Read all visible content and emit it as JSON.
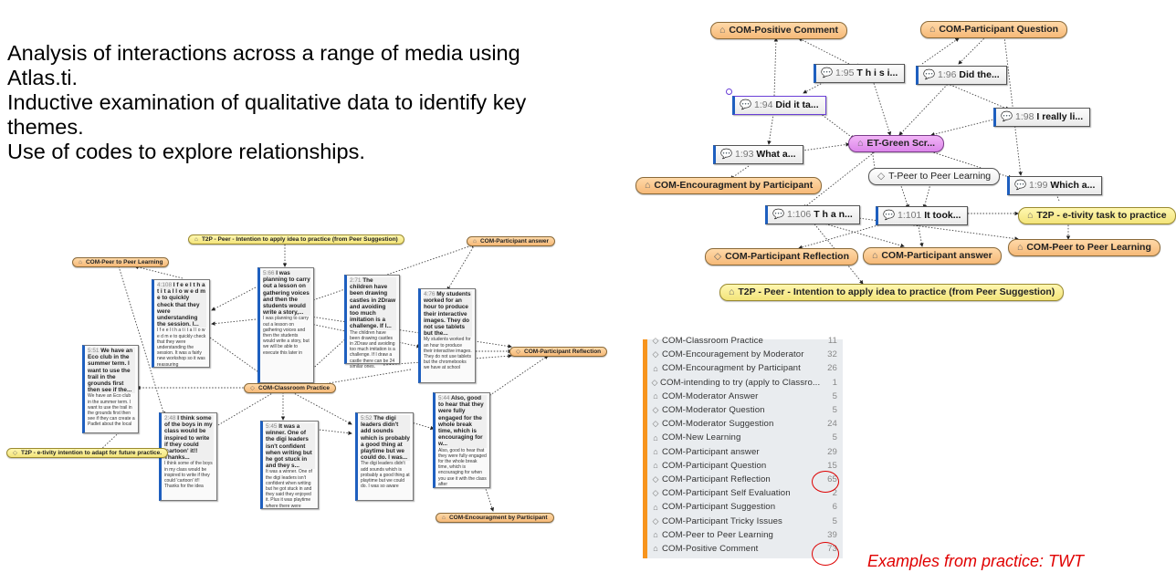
{
  "intro": {
    "lines": [
      "Analysis of interactions across a range of media using",
      "Atlas.ti.",
      "Inductive examination of qualitative data to identify key",
      "themes.",
      "Use of codes to explore relationships."
    ]
  },
  "right_network": {
    "codes": {
      "positive_comment": "COM-Positive Comment",
      "participant_question": "COM-Participant Question",
      "et_green": "ET-Green Scr...",
      "encouragment_participant": "COM-Encouragment by Participant",
      "t_peer": "T-Peer to Peer Learning",
      "t2p_etivity": "T2P - e-tivity task to practice",
      "participant_reflection": "COM-Participant Reflection",
      "participant_answer": "COM-Participant answer",
      "peer_learning": "COM-Peer to Peer Learning",
      "t2p_peer": "T2P - Peer - Intention to apply idea to practice (from Peer Suggestion)"
    },
    "quotes": {
      "q195": {
        "id": "1:95",
        "text": "T h i s i..."
      },
      "q196": {
        "id": "1:96",
        "text": "Did the..."
      },
      "q194": {
        "id": "1:94",
        "text": "Did it ta..."
      },
      "q198": {
        "id": "1:98",
        "text": "I really li..."
      },
      "q193": {
        "id": "1:93",
        "text": "What a..."
      },
      "q199": {
        "id": "1:99",
        "text": "Which a..."
      },
      "q1106": {
        "id": "1:106",
        "text": "T h a n..."
      },
      "q1101": {
        "id": "1:101",
        "text": "It took..."
      }
    }
  },
  "left_network": {
    "codes": {
      "t2p_peer": "T2P - Peer - Intention to apply idea to practice (from Peer Suggestion)",
      "participant_answer": "COM-Participant answer",
      "peer_learning": "COM-Peer to Peer Learning",
      "participant_reflection": "COM-Participant Reflection",
      "classroom_practice": "COM-Classroom Practice",
      "t2p_etivity": "T2P - e-tivity intention to adapt for future practice.",
      "encouragment_participant": "COM-Encouragment by Participant"
    },
    "cards": {
      "c4108": {
        "id": "4:108",
        "title": "I f e e l t h a t i t a l l o w e d m e to quickly check that they were understanding the session. I...",
        "body": "I f e e l t h a t i t a l l o w e d m e to quickly check that they were understanding the session. It was a fairly new workshop so it was reassuring"
      },
      "c566": {
        "id": "5:66",
        "title": "I was planning to carry out a lesson on gathering voices and then the students would write a story,...",
        "body": "I was planning to carry out a lesson on gathering voices and then the students would write a story, but we will be able to execute this later in"
      },
      "c271": {
        "id": "2:71",
        "title": "The children have been drawing castles in 2Draw and avoiding too much imitation is a challenge. If I...",
        "body": "The children have been drawing castles in 2Draw and avoiding too much imitation is a challenge. If I draw a castle there can be 24 similar ones."
      },
      "c476": {
        "id": "4:76",
        "title": "My students worked for an hour to produce their interactive images. They do not use tablets but the...",
        "body": "My students worked for an hour to produce their interactive images. They do not use tablets but the chromebooks we have at school"
      },
      "c551": {
        "id": "5:51",
        "title": "We have an Eco club in the summer term. I want to use the trail in the grounds first then see if the...",
        "body": "We have an Eco club in the summer term. I want to use the trail in the grounds first then see if they can create a Padlet about the local"
      },
      "c248": {
        "id": "2:48",
        "title": "I think some of the boys in my class would be inspired to write if they could 'cartoon' it!! Thanks...",
        "body": "I think some of the boys in my class would be inspired to write if they could 'cartoon' it!! Thanks for the idea"
      },
      "c545": {
        "id": "5:45",
        "title": "It was a winner. One of the digi leaders isn't confident when writing but he got stuck in and they s...",
        "body": "It was a winner. One of the digi leaders isn't confident when writing but he got stuck in and they said they enjoyed it. Plus it was playtime where there were"
      },
      "c552": {
        "id": "5:52",
        "title": "The digi leaders didn't add sounds which is probably a good thing at playtime but we could do. I was...",
        "body": "The digi leaders didn't add sounds which is probably a good thing at playtime but we could do. I was so aware"
      },
      "c544": {
        "id": "5:44",
        "title": "Also, good to hear that they were fully engaged for the whole break time, which is encouraging for w...",
        "body": "Also, good to hear that they were fully engaged for the whole break time, which is encouraging for when you use it with the class after"
      }
    }
  },
  "code_list": {
    "accent": "#f7941d",
    "items": [
      {
        "icon": "diamond",
        "name": "COM-Classroom Practice",
        "count": "11"
      },
      {
        "icon": "diamond",
        "name": "COM-Encouragement by Moderator",
        "count": "32"
      },
      {
        "icon": "group",
        "name": "COM-Encouragment by Participant",
        "count": "26"
      },
      {
        "icon": "diamond",
        "name": "COM-intending to try (apply to Classro...",
        "count": "1"
      },
      {
        "icon": "group",
        "name": "COM-Moderator Answer",
        "count": "5"
      },
      {
        "icon": "diamond",
        "name": "COM-Moderator Question",
        "count": "5"
      },
      {
        "icon": "diamond",
        "name": "COM-Moderator Suggestion",
        "count": "24"
      },
      {
        "icon": "group",
        "name": "COM-New Learning",
        "count": "5"
      },
      {
        "icon": "group",
        "name": "COM-Participant answer",
        "count": "29"
      },
      {
        "icon": "group",
        "name": "COM-Participant Question",
        "count": "15"
      },
      {
        "icon": "diamond",
        "name": "COM-Participant Reflection",
        "count": "65"
      },
      {
        "icon": "diamond",
        "name": "COM-Participant Self Evaluation",
        "count": "2"
      },
      {
        "icon": "group",
        "name": "COM-Participant Suggestion",
        "count": "6"
      },
      {
        "icon": "diamond",
        "name": "COM-Participant Tricky Issues",
        "count": "5"
      },
      {
        "icon": "group",
        "name": "COM-Peer to Peer Learning",
        "count": "39"
      },
      {
        "icon": "group",
        "name": "COM-Positive Comment",
        "count": "73"
      }
    ],
    "highlight_color": "#dd0000"
  },
  "caption": "Examples from practice: TWT",
  "icons": {
    "code_group": "⌂",
    "code_diamond": "◇",
    "quote": "💬"
  }
}
